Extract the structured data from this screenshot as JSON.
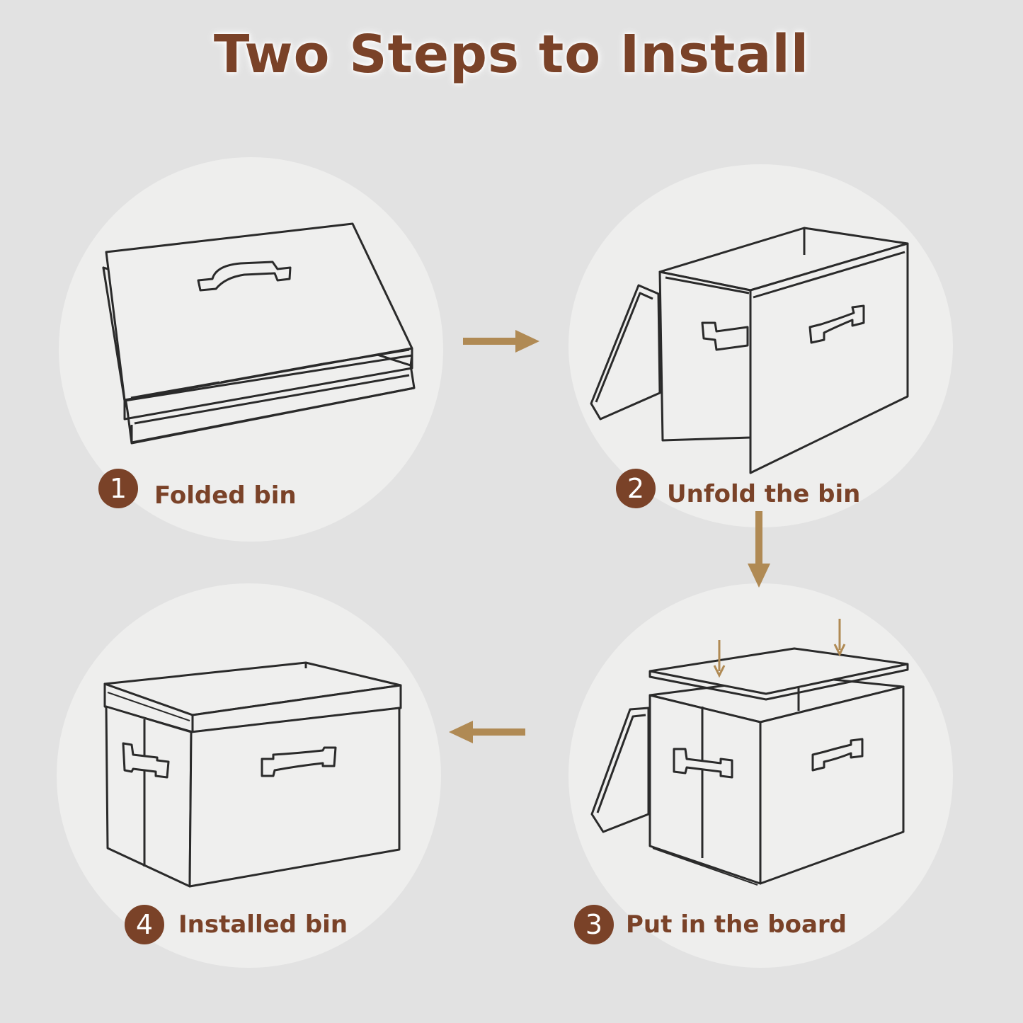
{
  "title": "Two Steps to Install",
  "colors": {
    "brand": "#7a4228",
    "arrow": "#b08a54",
    "background": "#e2e2e2",
    "circle": "#eeeeed",
    "line": "#2a2a2a"
  },
  "steps": [
    {
      "number": "1",
      "label": "Folded bin",
      "icon": "folded-bin-illustration"
    },
    {
      "number": "2",
      "label": "Unfold the bin",
      "icon": "unfolded-bin-illustration"
    },
    {
      "number": "3",
      "label": "Put in the board",
      "icon": "board-insert-illustration"
    },
    {
      "number": "4",
      "label": "Installed bin",
      "icon": "installed-bin-illustration"
    }
  ],
  "arrows": [
    "arrow-right-icon",
    "arrow-down-icon",
    "arrow-left-icon"
  ]
}
